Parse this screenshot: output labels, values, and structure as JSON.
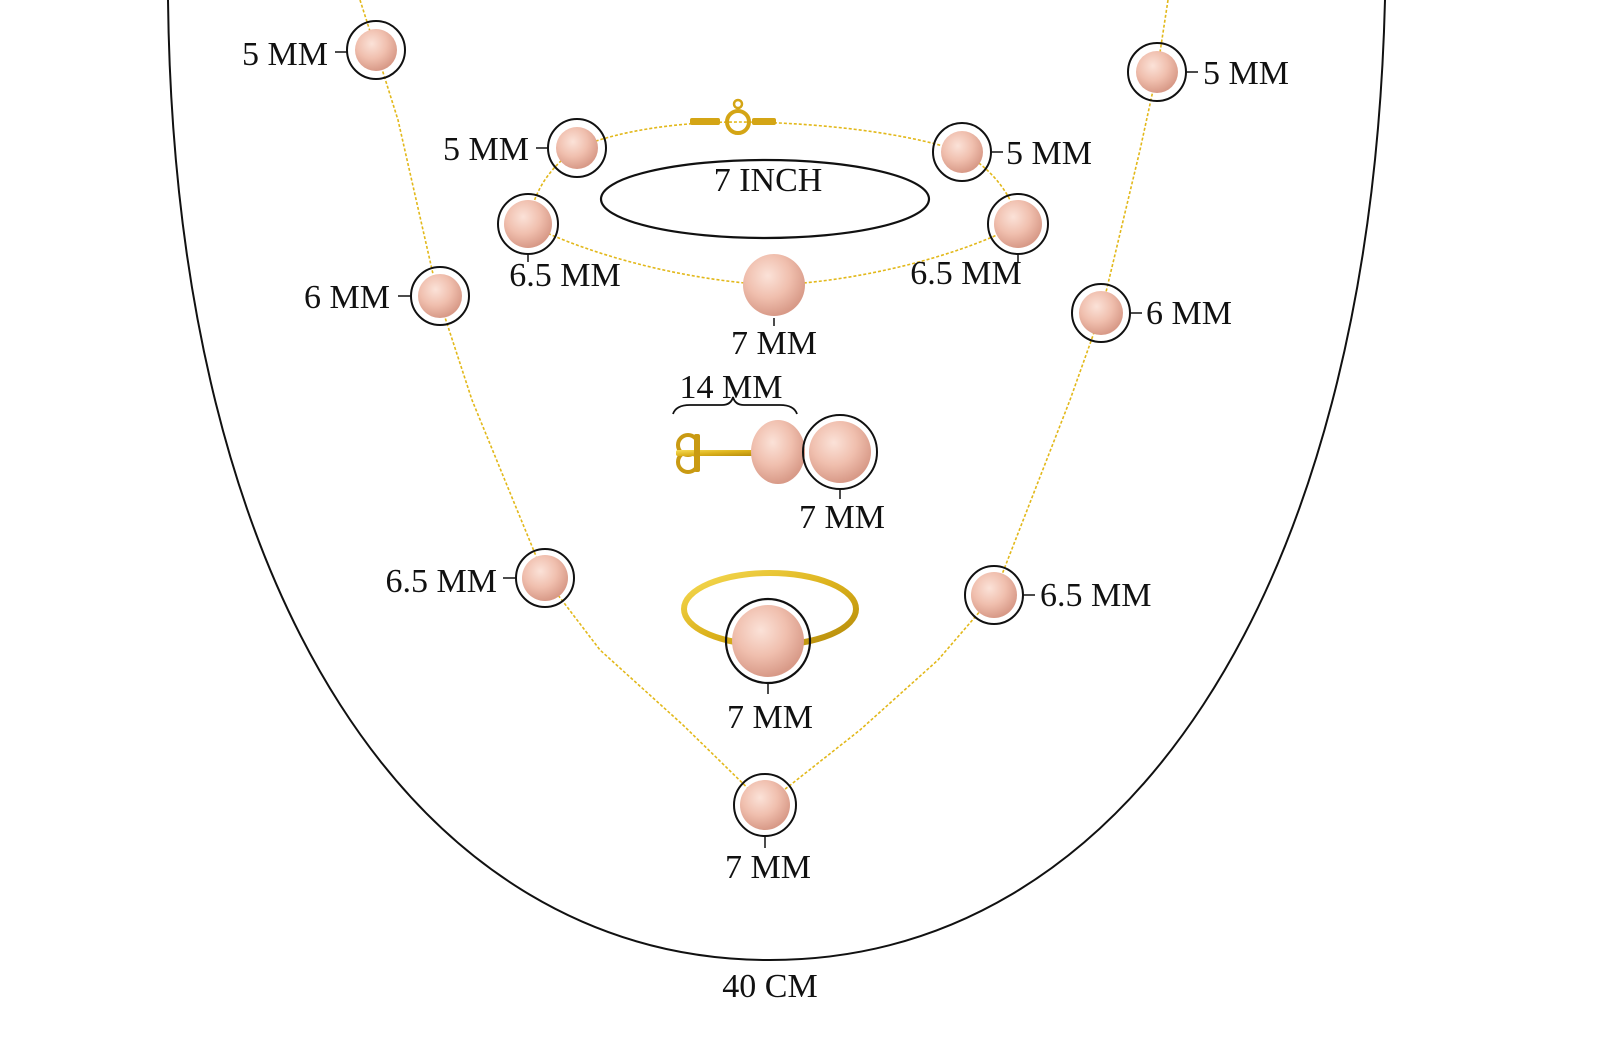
{
  "colors": {
    "gold": "#e2b81a",
    "gold_dark": "#b8900c",
    "pearl": "#f2c3b4",
    "pearl_dark": "#d99a8a",
    "outline": "#111111"
  },
  "necklace": {
    "length_label": "40 CM",
    "left_labels": [
      "5 MM",
      "6 MM",
      "6.5 MM"
    ],
    "right_labels": [
      "5 MM",
      "6 MM",
      "6.5 MM"
    ],
    "center_label": "7 MM"
  },
  "bracelet": {
    "length_label": "7 INCH",
    "left_labels": [
      "5 MM",
      "6.5 MM"
    ],
    "right_labels": [
      "5 MM",
      "6.5 MM"
    ],
    "center_label": "7 MM"
  },
  "earring": {
    "width_label": "14 MM",
    "pearl_label": "7 MM"
  },
  "ring": {
    "pearl_label": "7 MM"
  }
}
